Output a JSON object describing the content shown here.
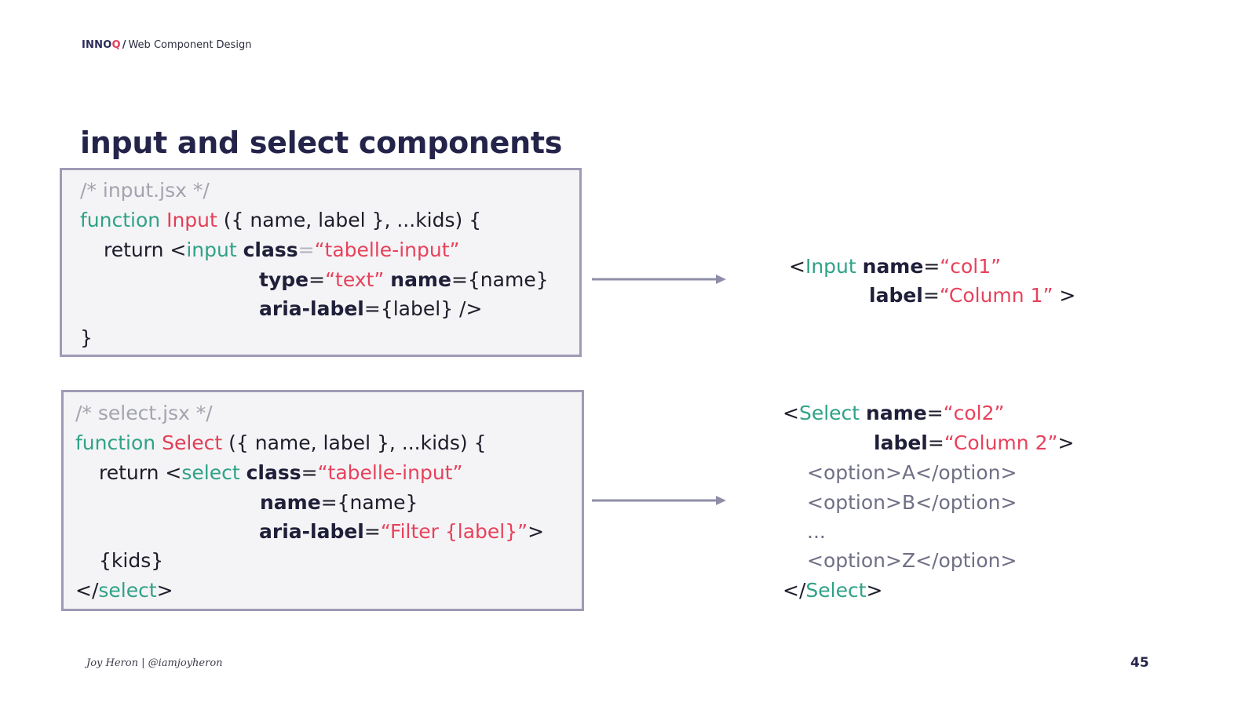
{
  "header": {
    "brand_main": "INNO",
    "brand_q": "Q",
    "slash": "/",
    "deck_title": "Web Component Design"
  },
  "title": "input and select components",
  "input_box": {
    "comment": "/* input.jsx */",
    "kw_function": "function",
    "fname": "Input",
    "signature": " ({ name, label }, ...kids) {",
    "return_kw": "return <",
    "tag": "input",
    "attr_class": "class",
    "eq_muted": "=",
    "class_value": "“tabelle-input”",
    "attr_type": "type",
    "eq": "=",
    "type_value": "“text”",
    "attr_name": "name",
    "name_expr": "{name}",
    "attr_aria": "aria-label",
    "aria_expr": "{label} />",
    "close": "}"
  },
  "input_usage": {
    "open": "<",
    "tag": "Input",
    "attr_name": "name",
    "eq": "=",
    "name_value": "“col1”",
    "attr_label": "label",
    "label_value": "“Column 1”",
    "close": " >"
  },
  "select_box": {
    "comment": "/* select.jsx */",
    "kw_function": "function",
    "fname": "Select",
    "signature": " ({ name, label }, ...kids) {",
    "return_kw": "return <",
    "tag": "select",
    "attr_class": "class",
    "eq": "=",
    "class_value": "“tabelle-input”",
    "attr_name": "name",
    "name_expr": "{name}",
    "attr_aria": "aria-label",
    "aria_value": "“Filter {label}”",
    "aria_close": ">",
    "kids": "{kids}",
    "closing_open": "</",
    "closing_tag": "select",
    "closing_end": ">"
  },
  "select_usage": {
    "open": "<",
    "tag": "Select",
    "attr_name": "name",
    "eq": "=",
    "name_value": "“col2”",
    "attr_label": "label",
    "label_value": "“Column 2”",
    "close": ">",
    "option_a": "<option>A</option>",
    "option_b": "<option>B</option>",
    "ellipsis": "...",
    "option_z": "<option>Z</option>",
    "closing_open": "</",
    "closing_tag": "Select",
    "closing_end": ">"
  },
  "footer": {
    "author": "Joy Heron | @iamjoyheron",
    "page_number": "45"
  },
  "colors": {
    "green": "#2fa287",
    "pink": "#e8415b",
    "navy": "#24244a",
    "arrow": "#8f8ea8",
    "box_border": "#9d9bb5"
  }
}
